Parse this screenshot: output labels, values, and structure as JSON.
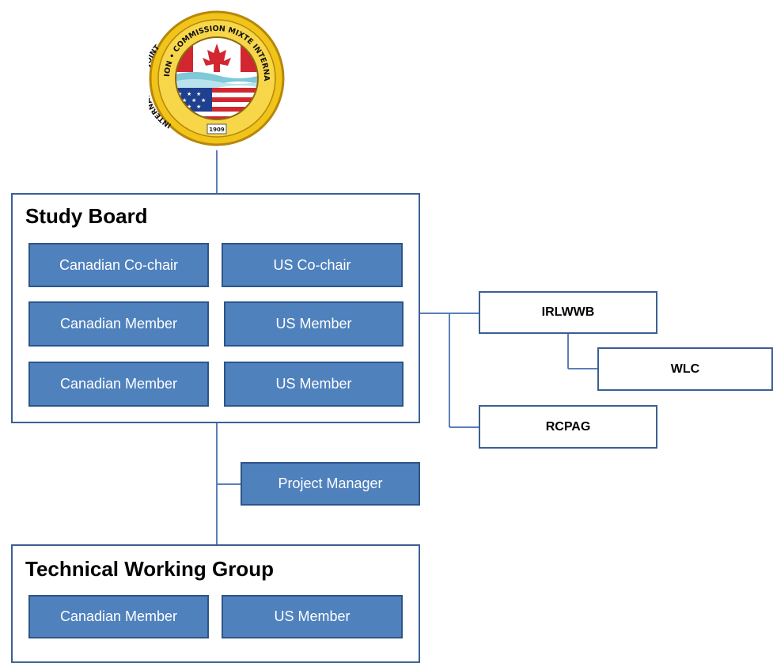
{
  "seal": {
    "top_text": "COMMISSION • COMMISSION MIXTE INTERNATIONALE",
    "left_text": "INTERNATIONAL JOINT",
    "year": "1909"
  },
  "study_board": {
    "title": "Study Board",
    "members": [
      "Canadian Co-chair",
      "US Co-chair",
      "Canadian Member",
      "US Member",
      "Canadian Member",
      "US Member"
    ]
  },
  "side_groups": {
    "irlwwb": "IRLWWB",
    "wlc": "WLC",
    "rcpag": "RCPAG"
  },
  "project_manager": "Project Manager",
  "technical_working_group": {
    "title": "Technical Working Group",
    "members": [
      "Canadian Member",
      "US Member"
    ]
  },
  "colors": {
    "box_fill": "#4f81bd",
    "box_border": "#2e5587",
    "line": "#5b7fb8",
    "seal_gold": "#e8b923"
  }
}
